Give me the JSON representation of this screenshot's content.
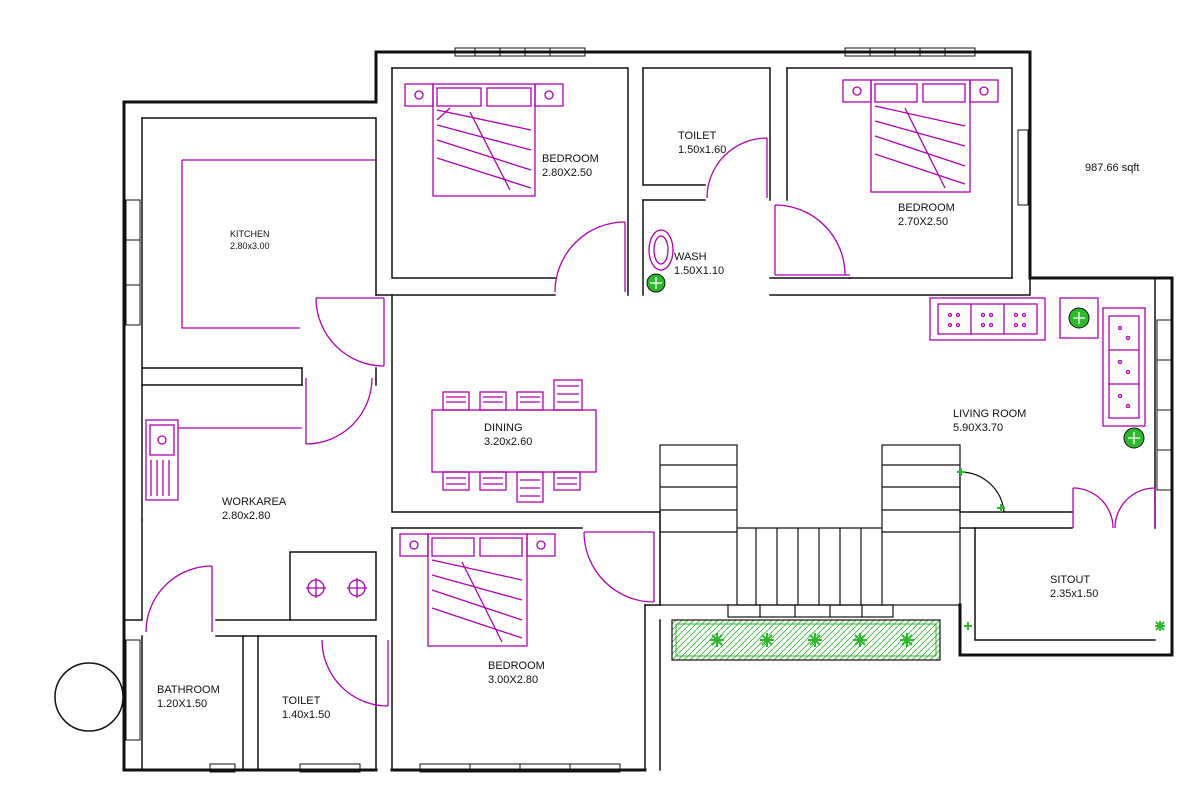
{
  "plan": {
    "area": "987.66 sqft",
    "colors": {
      "wall": "#111111",
      "furniture": "#b000b0",
      "plant": "#2db82d",
      "label": "#111111"
    },
    "rooms": {
      "bedroom_top_left": {
        "name": "BEDROOM",
        "size": "2.80X2.50"
      },
      "toilet_top": {
        "name": "TOILET",
        "size": "1.50x1.60"
      },
      "bedroom_top_right": {
        "name": "BEDROOM",
        "size": "2.70X2.50"
      },
      "kitchen": {
        "name": "KITCHEN",
        "size": "2.80x3.00"
      },
      "wash": {
        "name": "WASH",
        "size": "1.50X1.10"
      },
      "dining": {
        "name": "DINING",
        "size": "3.20x2.60"
      },
      "living": {
        "name": "LIVING ROOM",
        "size": "5.90X3.70"
      },
      "workarea": {
        "name": "WORKAREA",
        "size": "2.80x2.80"
      },
      "sitout": {
        "name": "SITOUT",
        "size": "2.35x1.50"
      },
      "bedroom_bottom": {
        "name": "BEDROOM",
        "size": "3.00X2.80"
      },
      "bathroom": {
        "name": "BATHROOM",
        "size": "1.20X1.50"
      },
      "toilet_bottom": {
        "name": "TOILET",
        "size": "1.40x1.50"
      }
    }
  }
}
